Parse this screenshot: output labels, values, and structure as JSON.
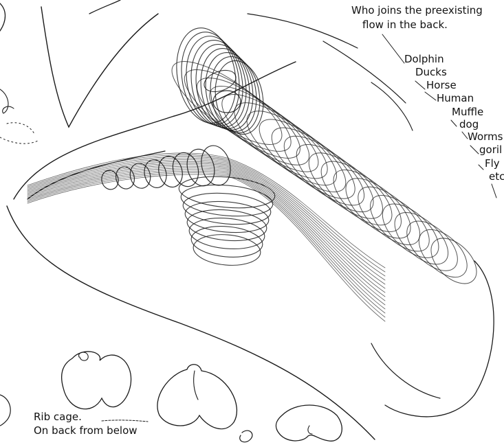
{
  "annotations": {
    "heading_line1": "Who joins the preexisting",
    "heading_line2": "flow in the back.",
    "list": [
      "Dolphin",
      "Ducks",
      "Horse",
      "Human",
      "Muffle",
      "dog",
      "Worms",
      "goril",
      "Fly",
      "etc"
    ],
    "caption_line1": "Rib cage.",
    "caption_line2": "On back from below"
  }
}
